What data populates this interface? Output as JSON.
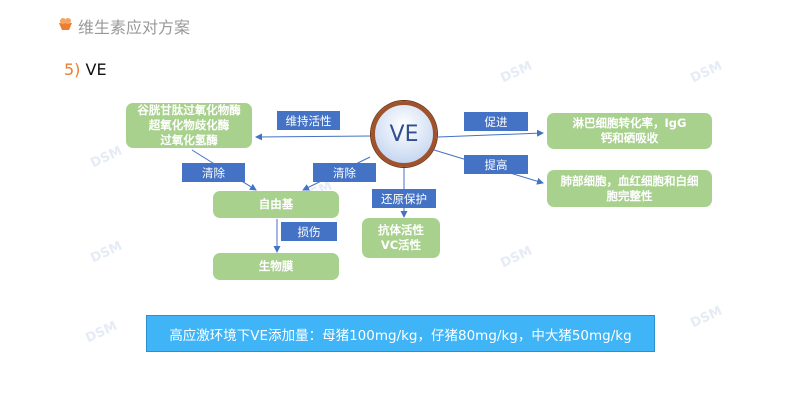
{
  "header": {
    "title": "维生素应对方案",
    "section_num": "5)",
    "section_title": "VE"
  },
  "diagram": {
    "center": "VE",
    "boxes": {
      "enzymes": [
        "谷胱甘肽过氧化物酶",
        "超氧化物歧化酶",
        "过氧化氢酶"
      ],
      "free_radical": "自由基",
      "biomembrane": "生物膜",
      "antibody": [
        "抗体活性",
        "VC活性"
      ],
      "lymph": [
        "淋巴细胞转化率，IgG",
        "钙和硒吸收"
      ],
      "cells": [
        "肺部细胞，血红细胞和白细",
        "胞完整性"
      ]
    },
    "labels": {
      "maintain": "维持活性",
      "clear_left": "清除",
      "clear_right": "清除",
      "damage": "损伤",
      "reduce_protect": "还原保护",
      "promote": "促进",
      "improve": "提高"
    }
  },
  "footer": {
    "text": "高应激环境下VE添加量：母猪100mg/kg，仔猪80mg/kg，中大猪50mg/kg"
  },
  "watermark": "DSM",
  "colors": {
    "box": "#a9d18e",
    "label": "#4472c4",
    "accent": "#ed7d31",
    "footer": "#3fb4f6"
  }
}
